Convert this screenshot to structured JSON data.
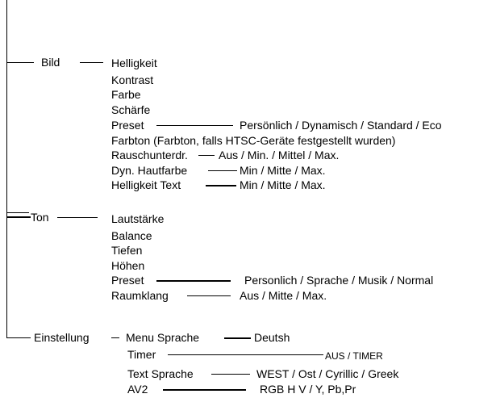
{
  "menu": {
    "bild": {
      "label": "Bild",
      "items": [
        {
          "label": "Helligkeit"
        },
        {
          "label": "Kontrast"
        },
        {
          "label": "Farbe"
        },
        {
          "label": "Schärfe"
        },
        {
          "label": "Preset",
          "options": "Persönlich / Dynamisch / Standard / Eco"
        },
        {
          "label": "Farbton (Farbton, falls HTSC-Geräte festgestellt wurden)"
        },
        {
          "label": "Rauschunterdr.",
          "options": "Aus / Min. / Mittel / Max."
        },
        {
          "label": "Dyn. Hautfarbe",
          "options": "Min / Mitte / Max."
        },
        {
          "label": "Helligkeit Text",
          "options": "Min / Mitte / Max."
        }
      ]
    },
    "ton": {
      "label": "Ton",
      "items": [
        {
          "label": "Lautstärke"
        },
        {
          "label": "Balance"
        },
        {
          "label": "Tiefen"
        },
        {
          "label": "Höhen"
        },
        {
          "label": "Preset",
          "options": "Personlich / Sprache / Musik / Normal"
        },
        {
          "label": "Raumklang",
          "options": "Aus / Mitte / Max."
        }
      ]
    },
    "einstellung": {
      "label": "Einstellung",
      "items": [
        {
          "label": "Menu Sprache",
          "options": "Deutsh"
        },
        {
          "label": "Timer",
          "options": "AUS / TIMER"
        },
        {
          "label": "Text Sprache",
          "options": "WEST / Ost / Cyrillic / Greek"
        },
        {
          "label": "AV2",
          "options": "RGB H V / Y, Pb,Pr"
        }
      ]
    }
  }
}
